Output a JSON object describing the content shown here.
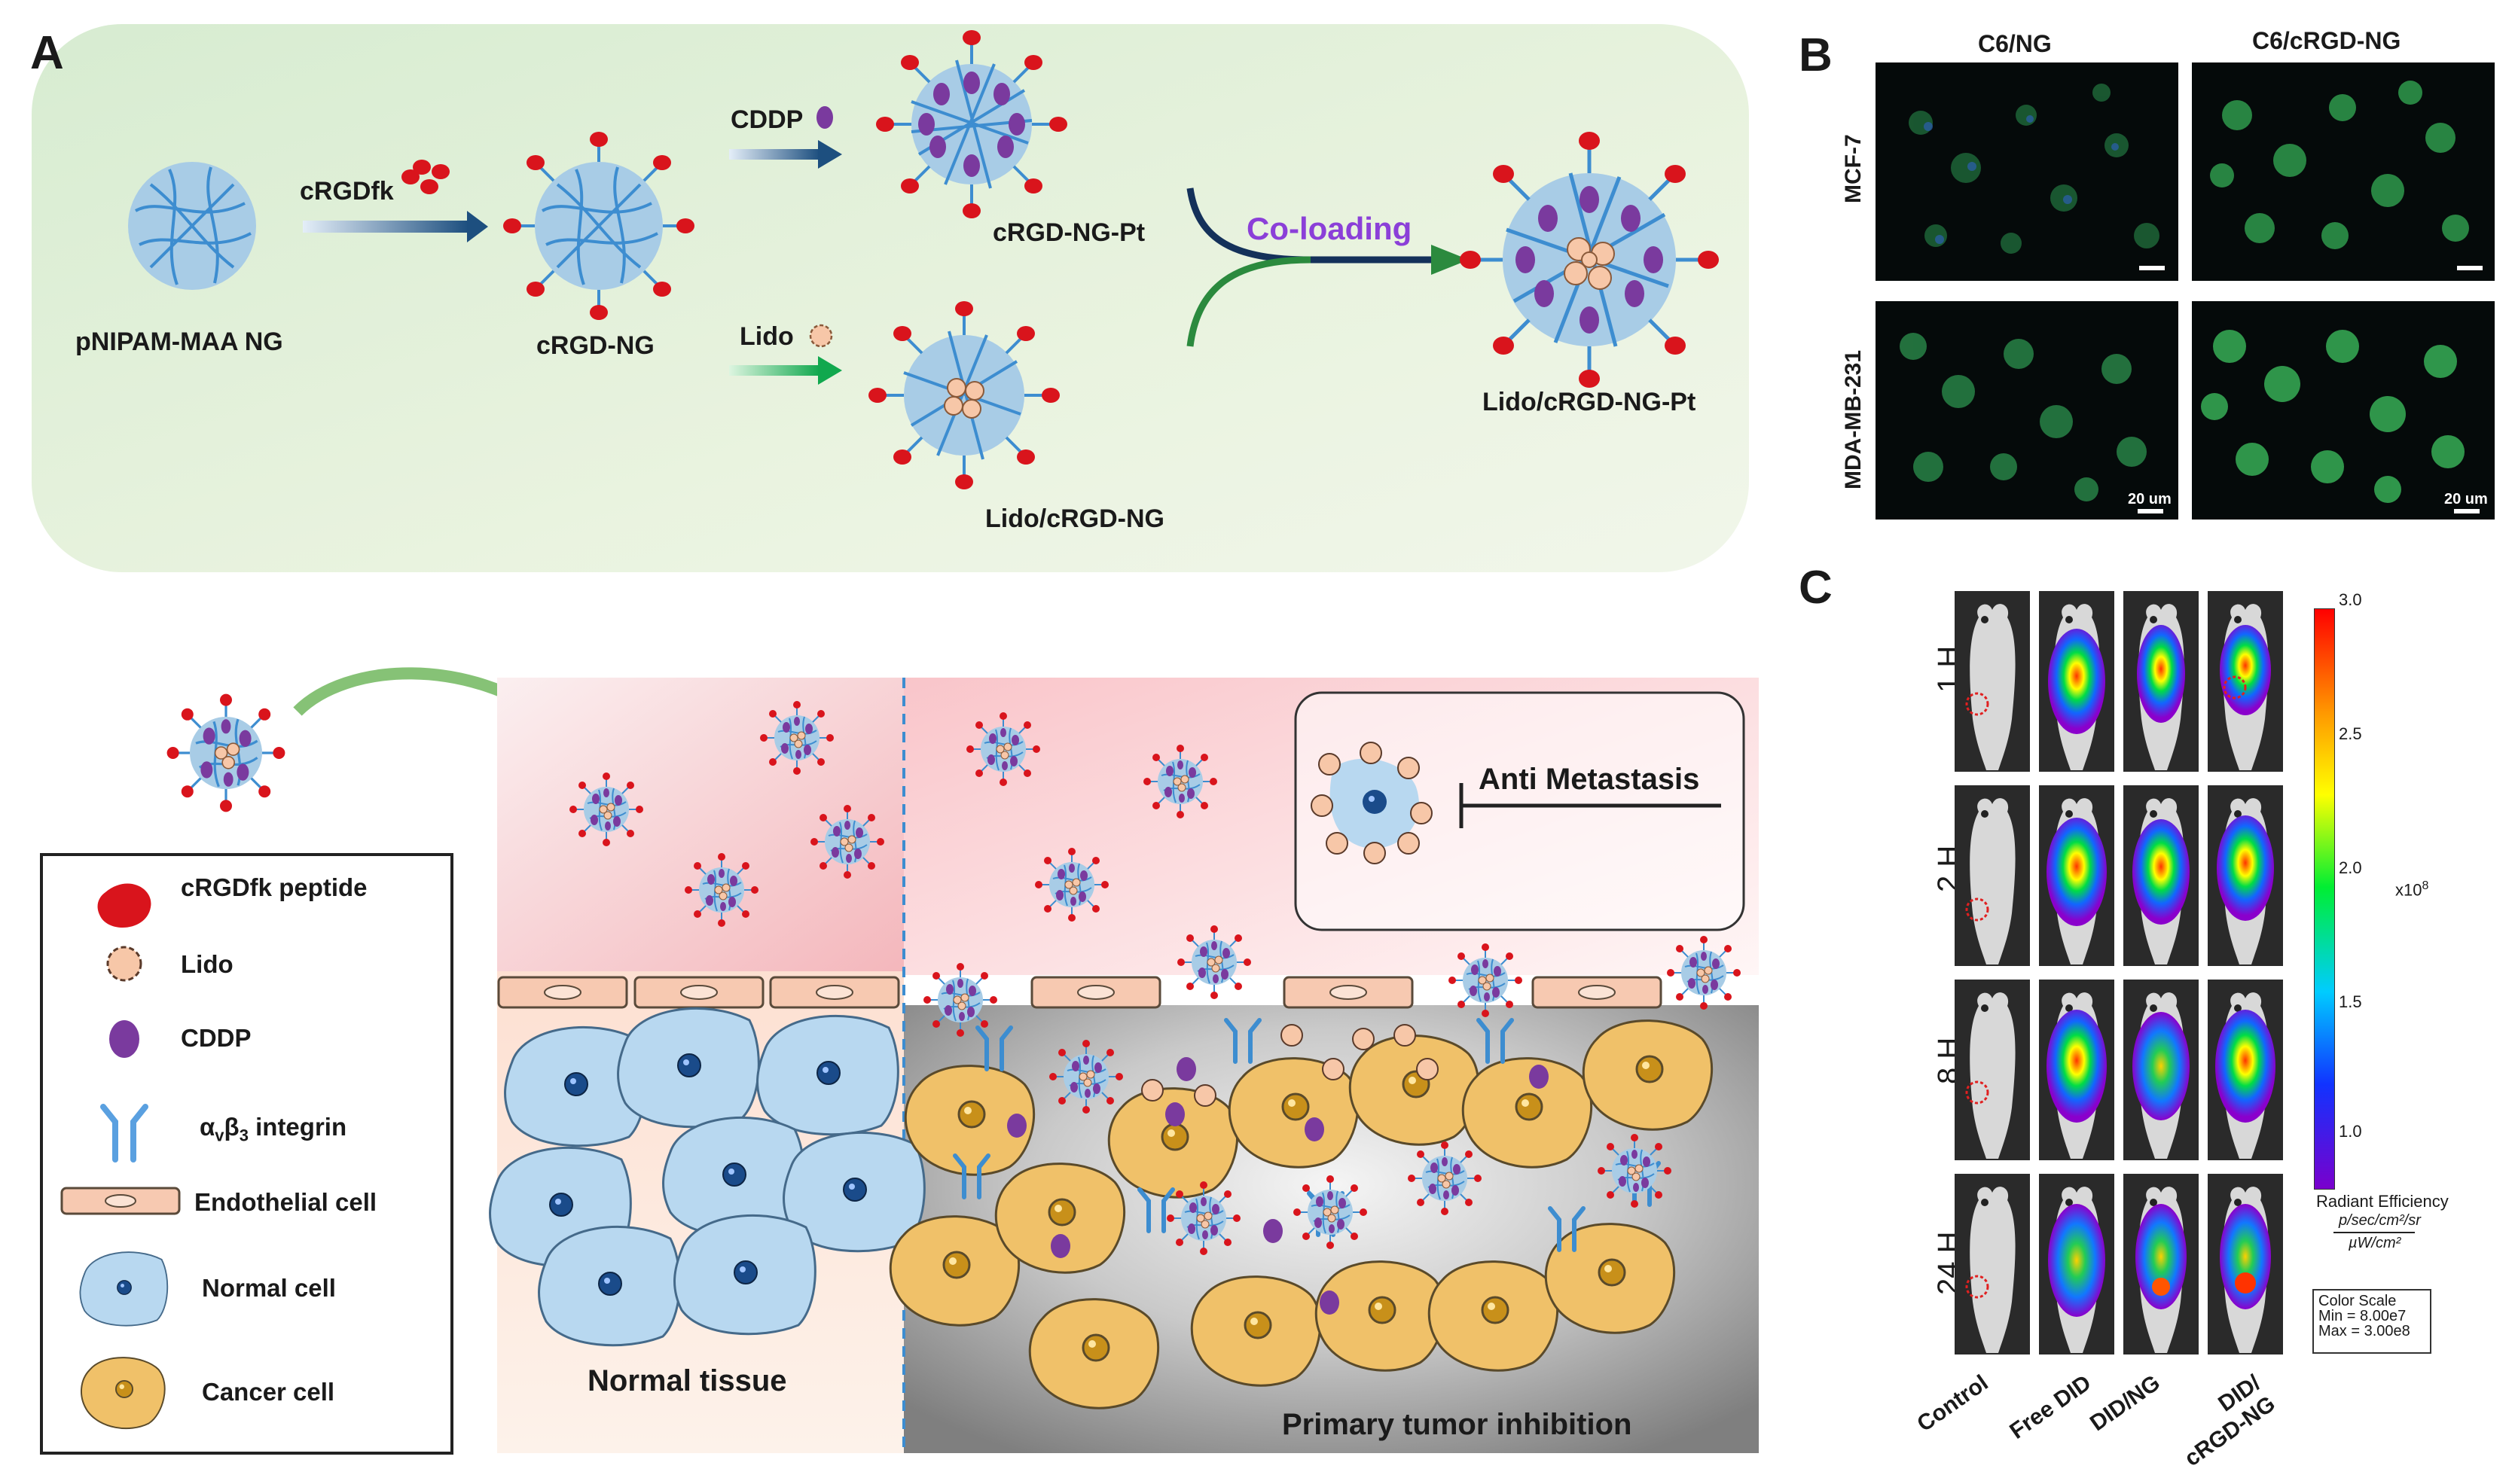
{
  "panels": {
    "a": "A",
    "b": "B",
    "c": "C"
  },
  "panel_a": {
    "base_label": "pNIPAM-MAA NG",
    "ligand_label": "cRGDfk",
    "cRGD_NG_label": "cRGD-NG",
    "cddp_label": "CDDP",
    "lido_label": "Lido",
    "pt_label": "cRGD-NG-Pt",
    "lido_ng_label": "Lido/cRGD-NG",
    "coloading_label": "Co-loading",
    "final_label": "Lido/cRGD-NG-Pt"
  },
  "legend": {
    "items": [
      {
        "label": "cRGDfk peptide",
        "icon": "peptide-icon"
      },
      {
        "label": "Lido",
        "icon": "lido-icon"
      },
      {
        "label": "CDDP",
        "icon": "cddp-icon"
      },
      {
        "label_prefix": "α",
        "label_sub1": "v",
        "label_mid": "β",
        "label_sub2": "3",
        "label_suffix": " integrin",
        "icon": "integrin-icon"
      },
      {
        "label": "Endothelial cell",
        "icon": "endothelial-cell-icon"
      },
      {
        "label": "Normal cell",
        "icon": "normal-cell-icon"
      },
      {
        "label": "Cancer cell",
        "icon": "cancer-cell-icon"
      }
    ]
  },
  "tissue": {
    "normal_label": "Normal tissue",
    "tumor_label": "Primary tumor inhibition",
    "anti_metastasis_label": "Anti Metastasis"
  },
  "panel_b": {
    "col_labels": [
      "C6/NG",
      "C6/cRGD-NG"
    ],
    "row_labels": [
      "MCF-7",
      "MDA-MB-231"
    ],
    "scale_bar": "20 um"
  },
  "panel_c": {
    "time_labels": [
      "1 H",
      "2 H",
      "8 H",
      "24 H"
    ],
    "group_labels": [
      "Control",
      "Free DID",
      "DID/NG",
      "DID/\ncRGD-NG"
    ],
    "colorbar_ticks": [
      "3.0",
      "2.5",
      "2.0",
      "1.5",
      "1.0"
    ],
    "colorbar_multiplier": "x10",
    "colorbar_exp": "8",
    "radiant_label": "Radiant Efficiency",
    "unit_top": "p/sec/cm²/sr",
    "unit_bottom": "µW/cm²",
    "color_scale": {
      "title": "Color Scale",
      "min": "Min = 8.00e7",
      "max": "Max = 3.00e8"
    }
  },
  "colors": {
    "peptide": "#d9141c",
    "cddp": "#7a3a9e",
    "lido": "#f7c7a8",
    "np_fill": "#a8cce6",
    "np_lines": "#3d8dd0",
    "cancer_cell": "#f0c169",
    "normal_cell": "#b8d8f0",
    "coloading_text": "#8b3fd8"
  }
}
